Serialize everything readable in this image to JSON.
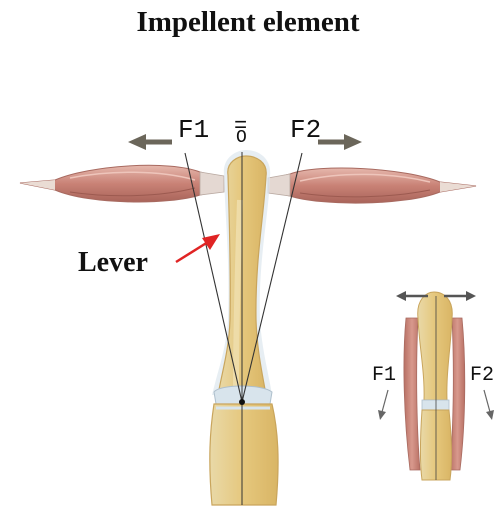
{
  "title": "Impellent element",
  "labels": {
    "f1": "F1",
    "equals": "=",
    "f2": "F2",
    "pivot": "O",
    "lever": "Lever",
    "small_f1": "F1",
    "small_f2": "F2"
  },
  "colors": {
    "muscle": "#d49a8e",
    "muscle_dark": "#b06c62",
    "bone": "#e8cf8a",
    "bone_edge": "#c9a55c",
    "cartilage": "#d8e4ec",
    "arrow_gray": "#6b665a",
    "lever_arrow": "#e02424"
  }
}
